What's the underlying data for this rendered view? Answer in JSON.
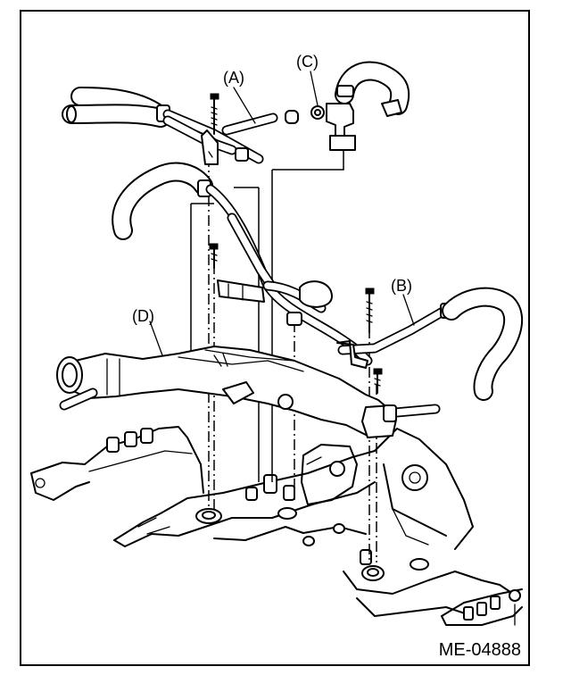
{
  "callouts": {
    "a": "(A)",
    "b": "(B)",
    "c": "(C)",
    "d": "(D)"
  },
  "figure_code": "ME-04888",
  "icons": [
    "bolt-icon",
    "hose-clamp-icon",
    "water-pipe",
    "engine-block"
  ]
}
